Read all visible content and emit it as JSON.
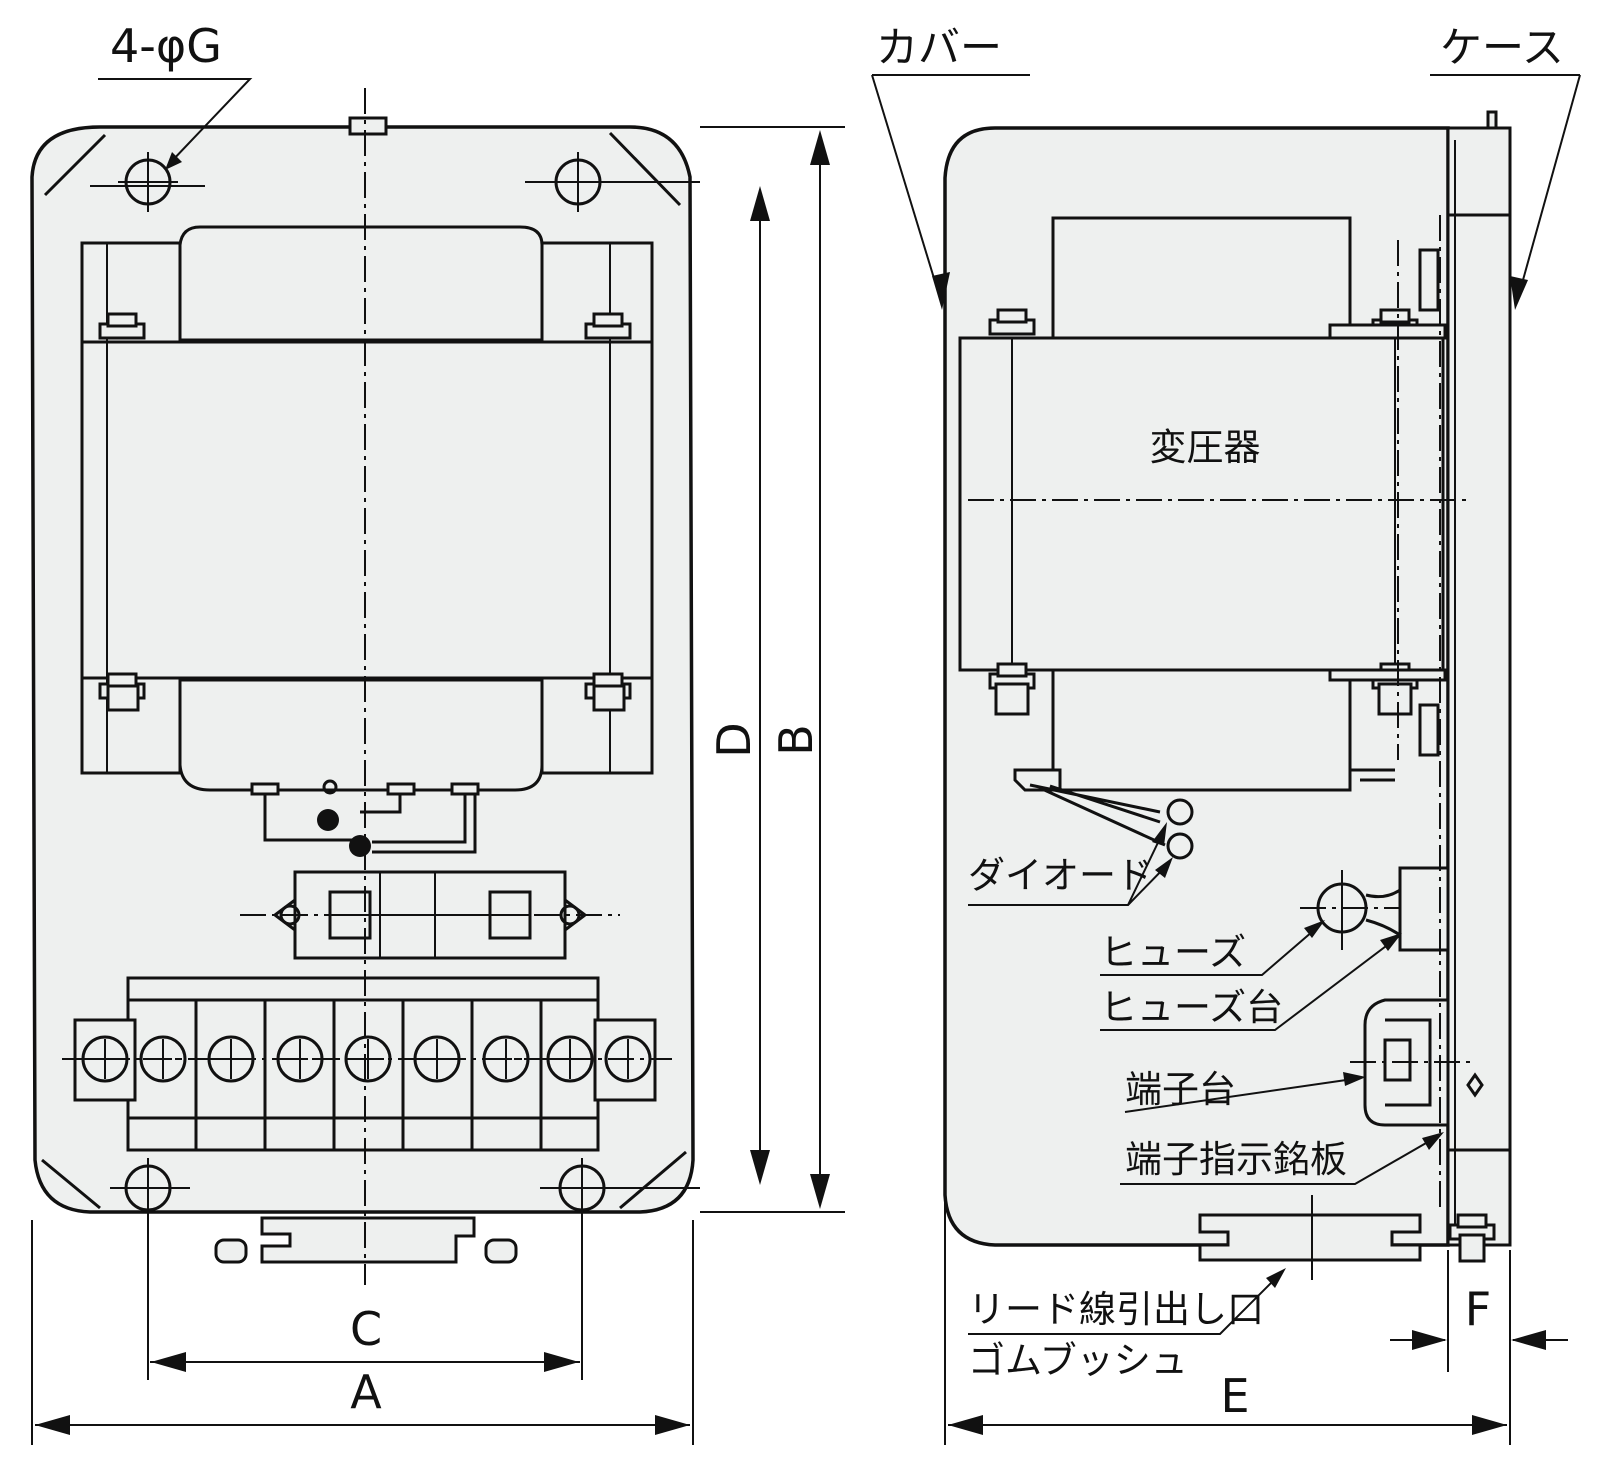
{
  "front_view": {
    "hole_label": "4-φG",
    "dim_a": "A",
    "dim_b": "B",
    "dim_c": "C",
    "dim_d": "D"
  },
  "side_view": {
    "cover": "カバー",
    "case": "ケース",
    "transformer": "変圧器",
    "diode": "ダイオード",
    "fuse": "ヒューズ",
    "fuse_holder": "ヒューズ台",
    "terminal_block": "端子台",
    "terminal_plate": "端子指示銘板",
    "lead_outlet_line1": "リード線引出し口",
    "lead_outlet_line2": "ゴムブッシュ",
    "dim_e": "E",
    "dim_f": "F"
  }
}
